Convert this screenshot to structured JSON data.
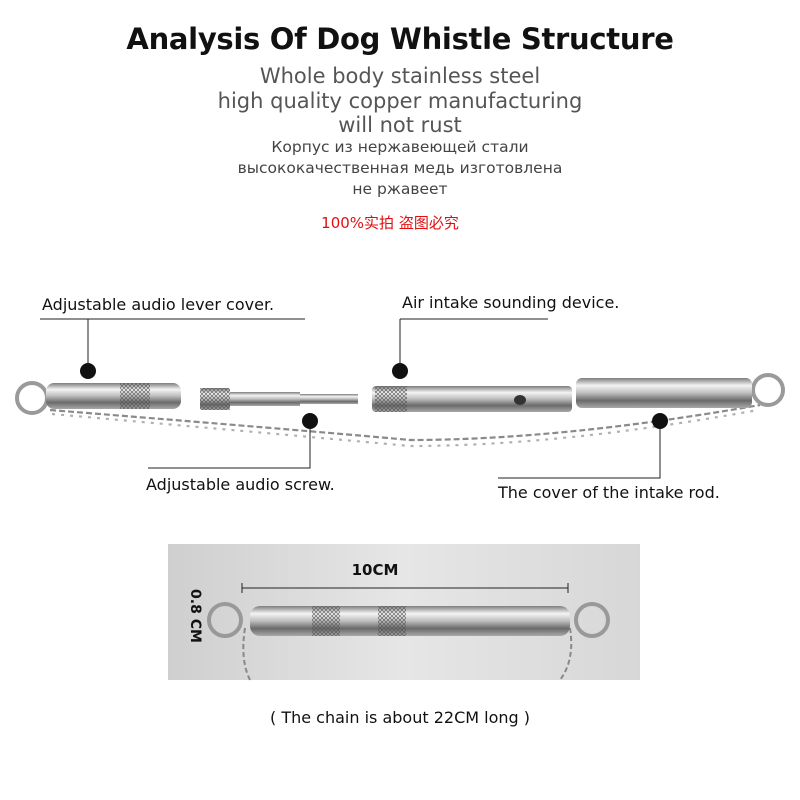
{
  "title": "Analysis Of Dog Whistle Structure",
  "description_en": [
    "Whole body stainless steel",
    "high quality copper manufacturing",
    "will not rust"
  ],
  "description_ru": [
    "Корпус из нержавеющей стали",
    "высококачественная медь изготовлена",
    "не ржавеет"
  ],
  "authenticity_tag": "100%实拍 盗图必究",
  "callouts": {
    "lever_cover": "Adjustable audio lever cover.",
    "intake_device": "Air intake sounding device.",
    "audio_screw": "Adjustable audio screw.",
    "rod_cover": "The cover of the intake rod."
  },
  "dimensions": {
    "length": "10CM",
    "diameter": "0.8 CM"
  },
  "chain_note": "( The chain is about 22CM long )",
  "colors": {
    "title": "#111111",
    "subtitle": "#555555",
    "tag": "#e01010"
  }
}
